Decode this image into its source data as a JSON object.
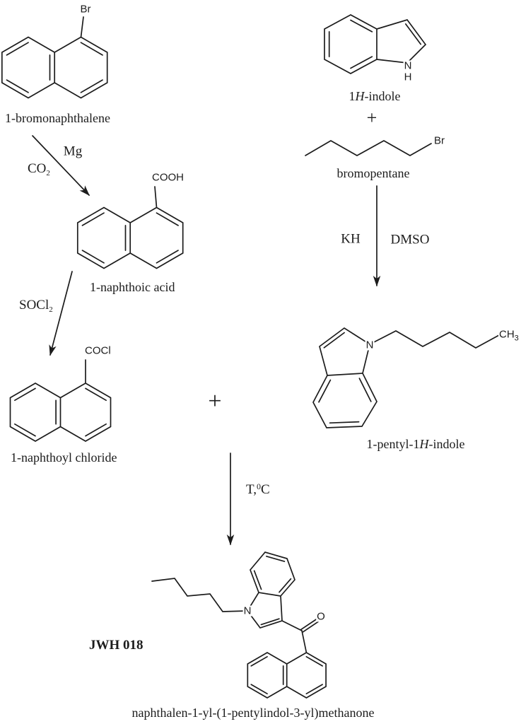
{
  "scheme": {
    "compounds": {
      "bromonaphthalene": {
        "name": "1-bromonaphthalene",
        "br": "Br"
      },
      "indole": {
        "num": "1",
        "h_italic": "H",
        "suffix": "-indole",
        "n": "N",
        "h": "H"
      },
      "bromopentane": {
        "name": "bromopentane",
        "br": "Br"
      },
      "naphthoic_acid": {
        "name": "1-naphthoic acid",
        "group": "COOH"
      },
      "naphthoyl_chloride": {
        "name": "1-naphthoyl chloride",
        "group": "COCl"
      },
      "pentyl_indole": {
        "prefix": "1-pentyl-1",
        "h_italic": "H",
        "suffix": "-indole",
        "n": "N",
        "ch": "CH",
        "ch_sub": "3"
      },
      "jwh018": {
        "code": "JWH 018",
        "name": "naphthalen-1-yl-(1-pentylindol-3-yl)methanone",
        "n": "N",
        "o": "O"
      }
    },
    "reagents": {
      "step1_metal": "Mg",
      "step1_gas": "CO",
      "step1_gas_sub": "2",
      "step2": "SOCl",
      "step2_sub": "2",
      "step3_base": "KH",
      "step3_solvent": "DMSO",
      "step4_temp": "T,",
      "step4_temp_sup": "0",
      "step4_temp_unit": "C"
    },
    "plus_sign": "+"
  }
}
